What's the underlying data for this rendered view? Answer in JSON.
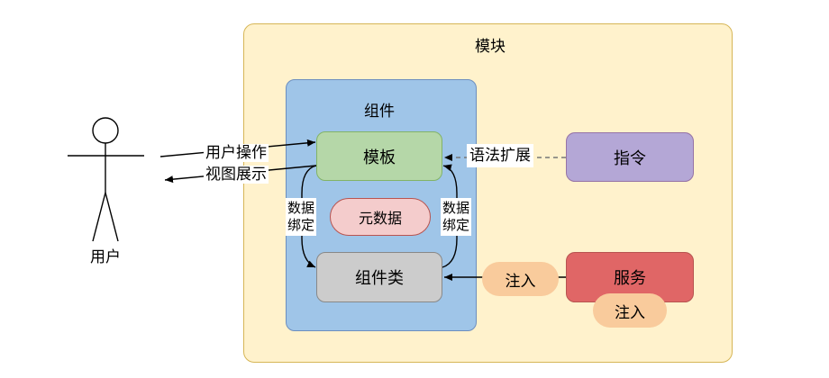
{
  "diagram": {
    "module_title": "模块",
    "component_title": "组件",
    "template": "模板",
    "metadata": "元数据",
    "component_class": "组件类",
    "directive": "指令",
    "service": "服务",
    "user": "用户",
    "user_operation": "用户操作",
    "view_display": "视图展示",
    "syntax_extension": "语法扩展",
    "binding_left_1": "数据",
    "binding_left_2": "绑定",
    "binding_right_1": "数据",
    "binding_right_2": "绑定",
    "inject_1": "注入",
    "inject_2": "注入"
  }
}
